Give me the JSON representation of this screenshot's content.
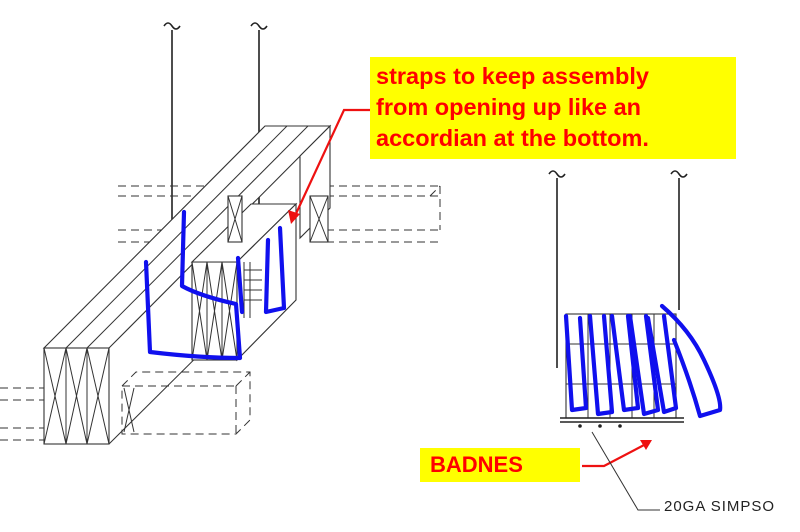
{
  "annotations": {
    "straps_note": {
      "lines": [
        "straps to keep assembly",
        "from opening up like an",
        "accordian at the bottom."
      ]
    },
    "badnes_label": "BADNES",
    "simpson_note": "20GA  SIMPSO"
  },
  "colors": {
    "callout_background": "#ffff00",
    "callout_text": "#ff0000",
    "leader_arrow": "#ee1111",
    "markup_pen": "#1010ee",
    "line_work": "#222222"
  }
}
